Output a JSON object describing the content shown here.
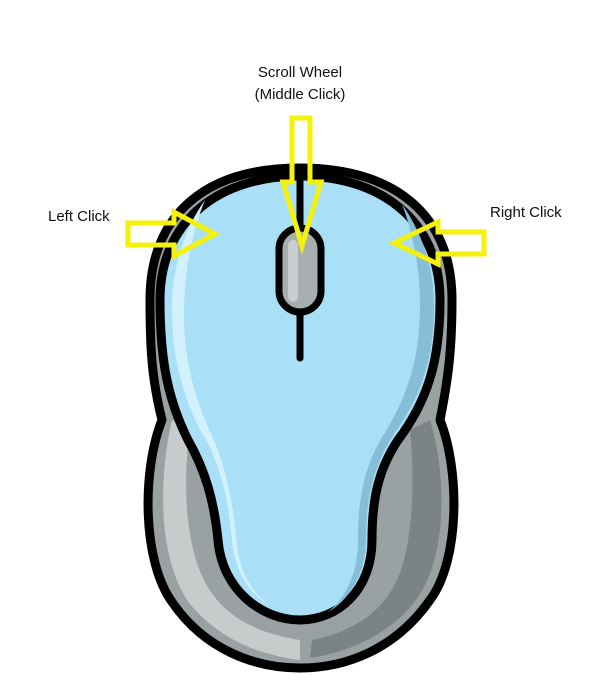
{
  "labels": {
    "scroll_line1": "Scroll Wheel",
    "scroll_line2": "(Middle Click)",
    "left_click": "Left Click",
    "right_click": "Right Click"
  },
  "colors": {
    "outline": "#000000",
    "shell_light": "#a9e0f7",
    "shell_highlight": "#d2f1fc",
    "shell_shadow": "#86bdd7",
    "base_gray": "#9aa1a3",
    "base_light": "#c6cbcc",
    "base_dark": "#7b8385",
    "wheel": "#a8adb0",
    "arrow": "#f4f20a"
  },
  "icons": {
    "mouse": "computer-mouse-icon",
    "arrow_down": "arrow-down-icon",
    "arrow_right": "arrow-right-icon",
    "arrow_left": "arrow-left-icon"
  }
}
